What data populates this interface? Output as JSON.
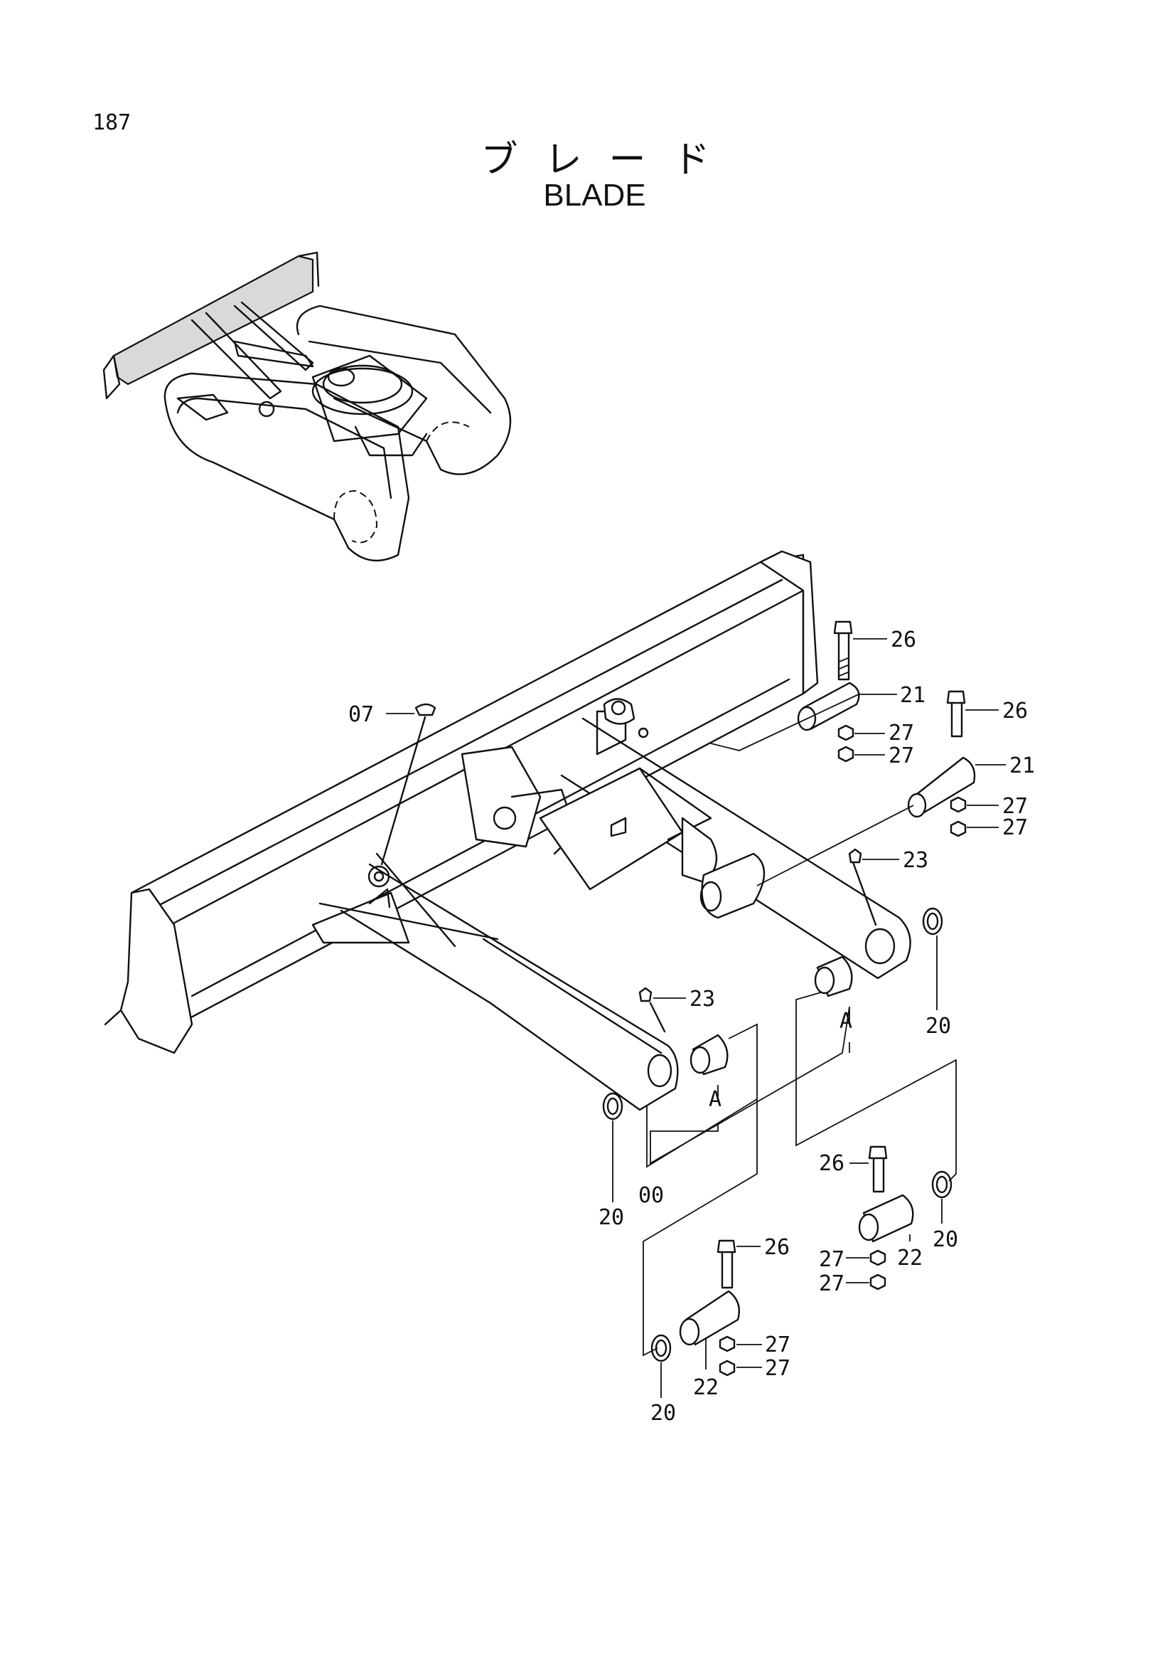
{
  "page_number": "187",
  "title_jp": "ブレード",
  "title_en": "BLADE",
  "callouts": {
    "c07": "07",
    "c26a": "26",
    "c21a": "21",
    "c27a": "27",
    "c27b": "27",
    "c26b": "26",
    "c21b": "21",
    "c27c": "27",
    "c27d": "27",
    "c23a": "23",
    "c20a": "20",
    "c23b": "23",
    "c20b": "20",
    "c00": "00",
    "c20c": "20",
    "c26c": "26",
    "c22a": "22",
    "c27e": "27",
    "c27f": "27",
    "c26d": "26",
    "c22b": "22",
    "c27g": "27",
    "c27h": "27",
    "c20d": "20",
    "cA1": "A",
    "cA2": "A"
  }
}
